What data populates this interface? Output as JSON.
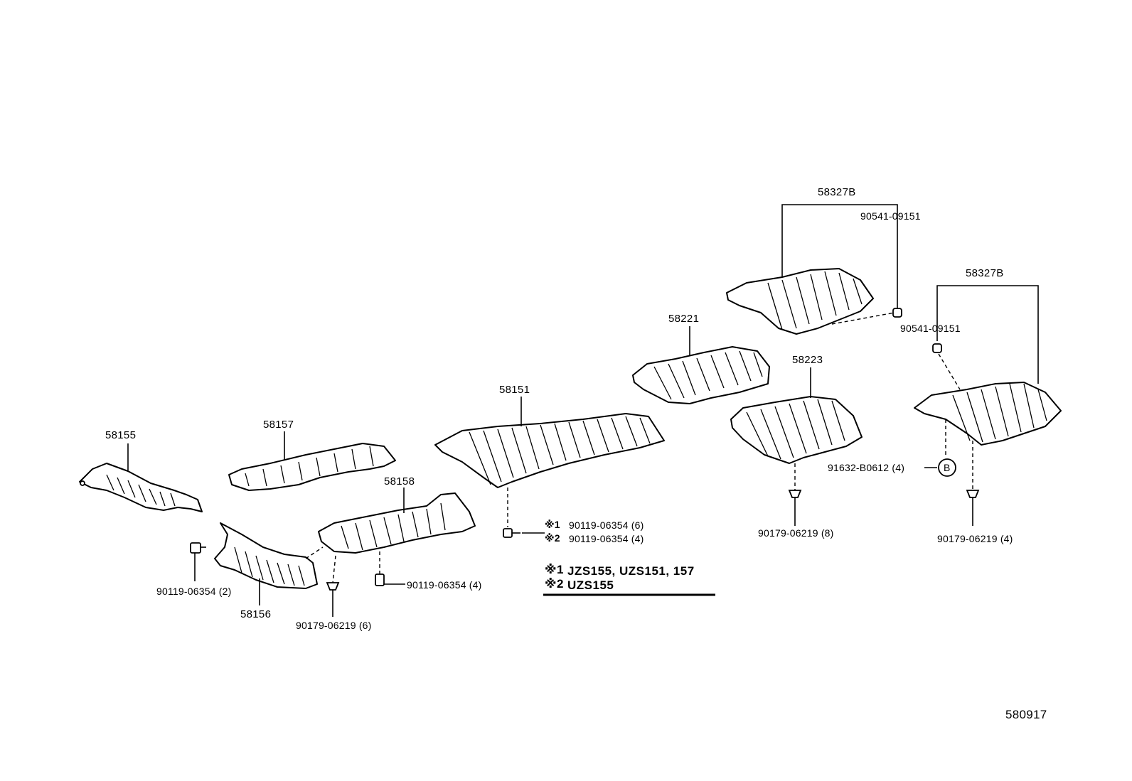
{
  "parts": {
    "p58155": "58155",
    "p58157": "58157",
    "p58151": "58151",
    "p58221": "58221",
    "p58223": "58223",
    "p58327b_top": "58327B",
    "p58327b_right": "58327B",
    "p58158": "58158",
    "p58156": "58156"
  },
  "fasteners": {
    "f_90541_top": "90541-09151",
    "f_90541_right": "90541-09151",
    "f_91632": "91632-B0612 (4)",
    "f_b_ref": "B",
    "f_90179_8": "90179-06219 (8)",
    "f_90179_4": "90179-06219 (4)",
    "f_90179_6": "90179-06219 (6)",
    "f_90119_2": "90119-06354 (2)",
    "f_90119_4": "90119-06354 (4)",
    "f_note1_bolt": "90119-06354 (6)",
    "f_note2_bolt": "90119-06354 (4)",
    "note1_mark": "※1",
    "note2_mark": "※2"
  },
  "legend": {
    "line1_mark": "※1",
    "line1_text": "JZS155, UZS151, 157",
    "line2_mark": "※2",
    "line2_text": "UZS155"
  },
  "diagram_id": "580917"
}
